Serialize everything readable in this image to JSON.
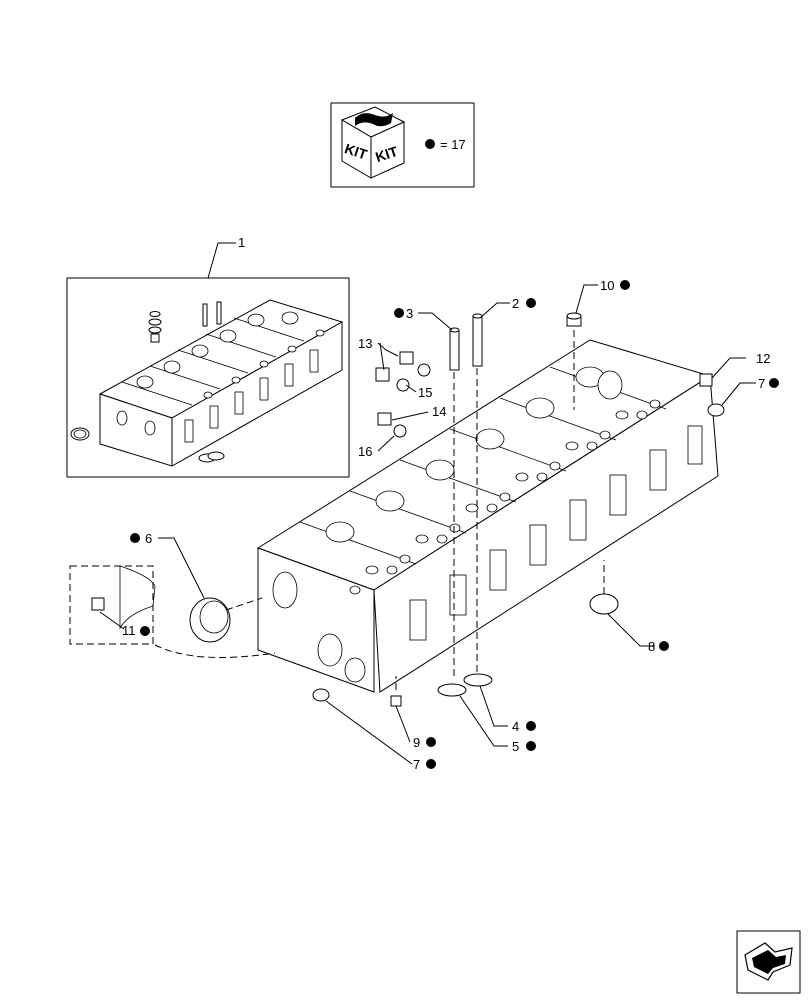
{
  "kit": {
    "icon": "kit-box-icon",
    "left_word": "KIT",
    "right_word": "KIT",
    "legend_text": "= 17"
  },
  "callouts": {
    "c1": "1",
    "c2": "2",
    "c3": "3",
    "c4": "4",
    "c5": "5",
    "c6": "6",
    "c7a": "7",
    "c7b": "7",
    "c8": "8",
    "c9": "9",
    "c10": "10",
    "c11": "11",
    "c12": "12",
    "c13": "13",
    "c14": "14",
    "c15": "15",
    "c16": "16"
  },
  "nav": {
    "icon": "next-page-arrow-icon"
  }
}
